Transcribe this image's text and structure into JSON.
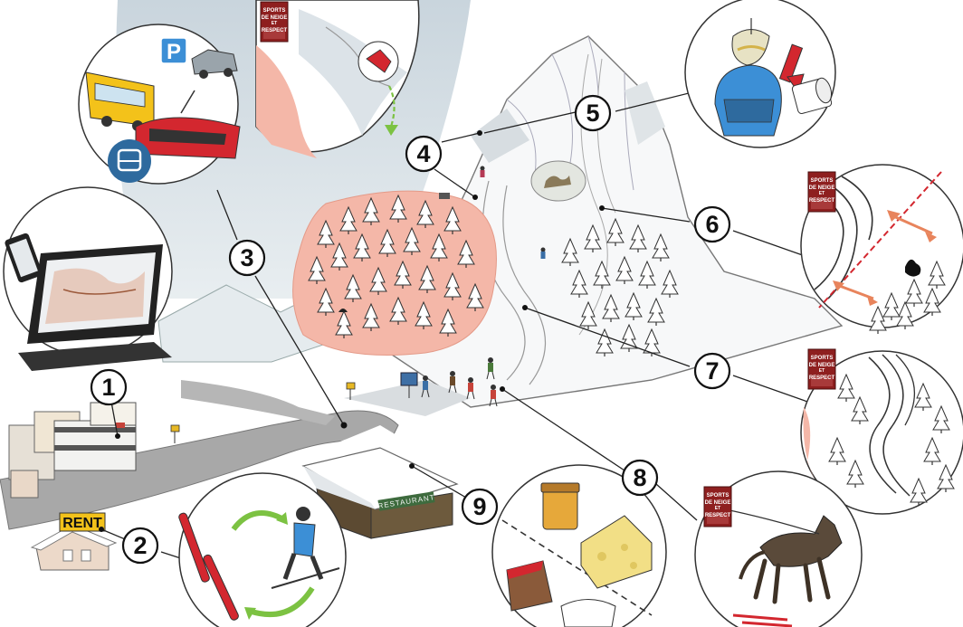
{
  "markers": [
    {
      "id": "1",
      "label": "1"
    },
    {
      "id": "2",
      "label": "2"
    },
    {
      "id": "3",
      "label": "3"
    },
    {
      "id": "4",
      "label": "4"
    },
    {
      "id": "5",
      "label": "5"
    },
    {
      "id": "6",
      "label": "6"
    },
    {
      "id": "7",
      "label": "7"
    },
    {
      "id": "8",
      "label": "8"
    },
    {
      "id": "9",
      "label": "9"
    }
  ],
  "sign": {
    "line1": "SPORTS",
    "line2": "DE NEIGE",
    "line3": "ET",
    "line4": "RESPECT"
  },
  "shop": {
    "label": "RENT"
  },
  "parking": {
    "label": "P"
  },
  "restaurant": {
    "label": "RESTAURANT"
  },
  "colors": {
    "sky": "#cfd9e0",
    "snow": "#ffffff",
    "road": "#a9a9a9",
    "wildlife_zone": "#f4b7a8",
    "sign_red": "#8e1f1f",
    "arrow_orange": "#e8845c",
    "arrow_green": "#7cc242",
    "bus_yellow": "#f3c21a",
    "train_red": "#d3272f",
    "transit_blue": "#2e6a9e",
    "parking_blue": "#3c8fd6"
  }
}
